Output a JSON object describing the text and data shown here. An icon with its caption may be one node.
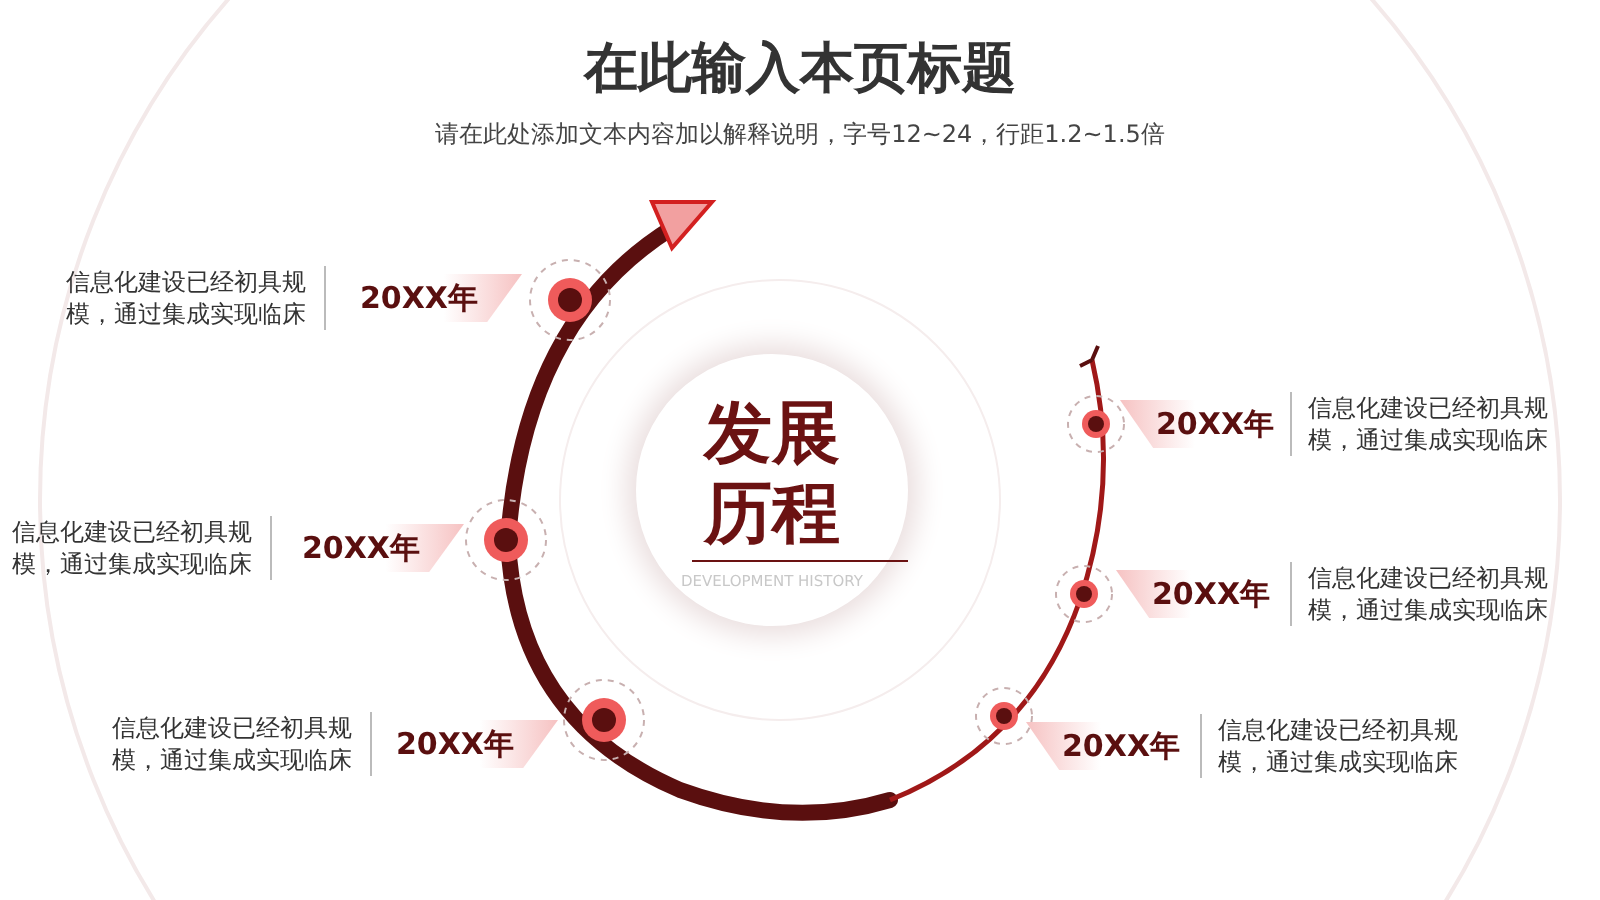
{
  "diagram": {
    "title": "在此输入本页标题",
    "nodes": [
      {
        "text": [
          "发展历程",
          "DEVELOPMENT HISTORY"
        ]
      },
      {
        "text": [
          "20XX年"
        ],
        "beside": [
          "信息化建设已经初具规模，通过集成实现临床"
        ]
      },
      {
        "text": [
          "20XX年"
        ],
        "beside": [
          "信息化建设已经初具规模，通过集成实现临床"
        ]
      },
      {
        "text": [
          "20XX年"
        ],
        "beside": [
          "信息化建设已经初具规模，通过集成实现临床"
        ]
      },
      {
        "text": [
          "20XX年"
        ],
        "beside": [
          "信息化建设已经初具规模，通过集成实现临床"
        ]
      },
      {
        "text": [
          "20XX年"
        ],
        "beside": [
          "信息化建设已经初具规模，通过集成实现临床"
        ]
      },
      {
        "text": [
          "20XX年"
        ],
        "beside": [
          "信息化建设已经初具规模，通过集成实现临床"
        ]
      }
    ],
    "labels": [
      "请在此处添加文本内容加以解释说明，字号12~24，行距1.2~1.5倍"
    ]
  }
}
